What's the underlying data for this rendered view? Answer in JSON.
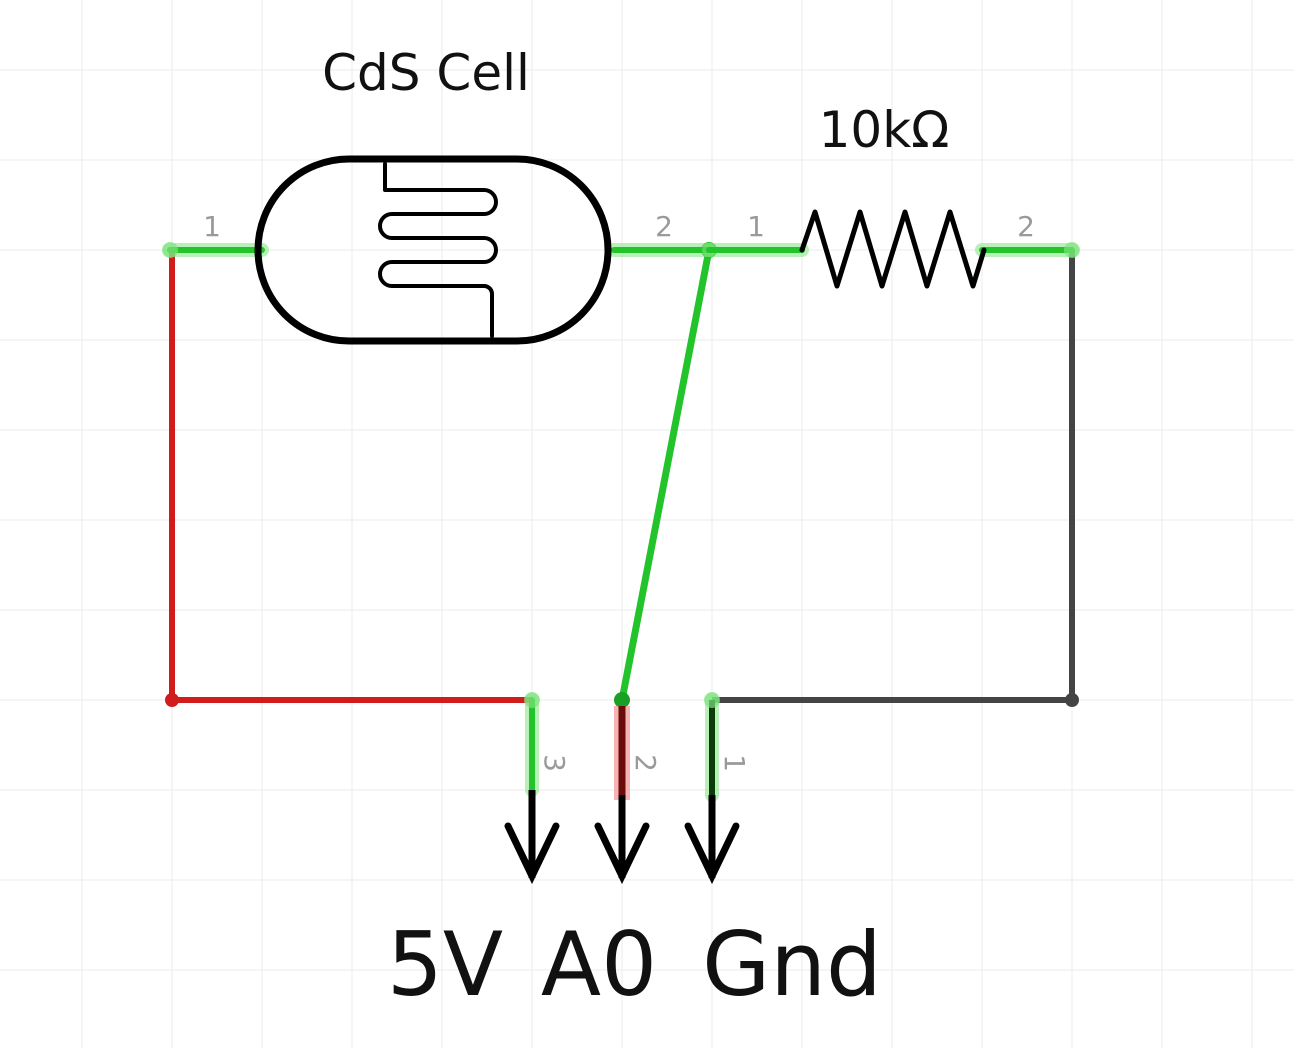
{
  "components": {
    "cds_cell": {
      "label": "CdS Cell",
      "pin1": "1",
      "pin2": "2"
    },
    "resistor": {
      "label": "10kΩ",
      "pin1": "1",
      "pin2": "2"
    }
  },
  "terminals": [
    {
      "label": "5V",
      "pin": "3"
    },
    {
      "label": "A0",
      "pin": "2"
    },
    {
      "label": "Gnd",
      "pin": "1"
    }
  ],
  "wire_colors": {
    "power": "#d01c1c",
    "signal": "#22c32b",
    "ground": "#444444",
    "pin_glow": "#7ee37e"
  }
}
